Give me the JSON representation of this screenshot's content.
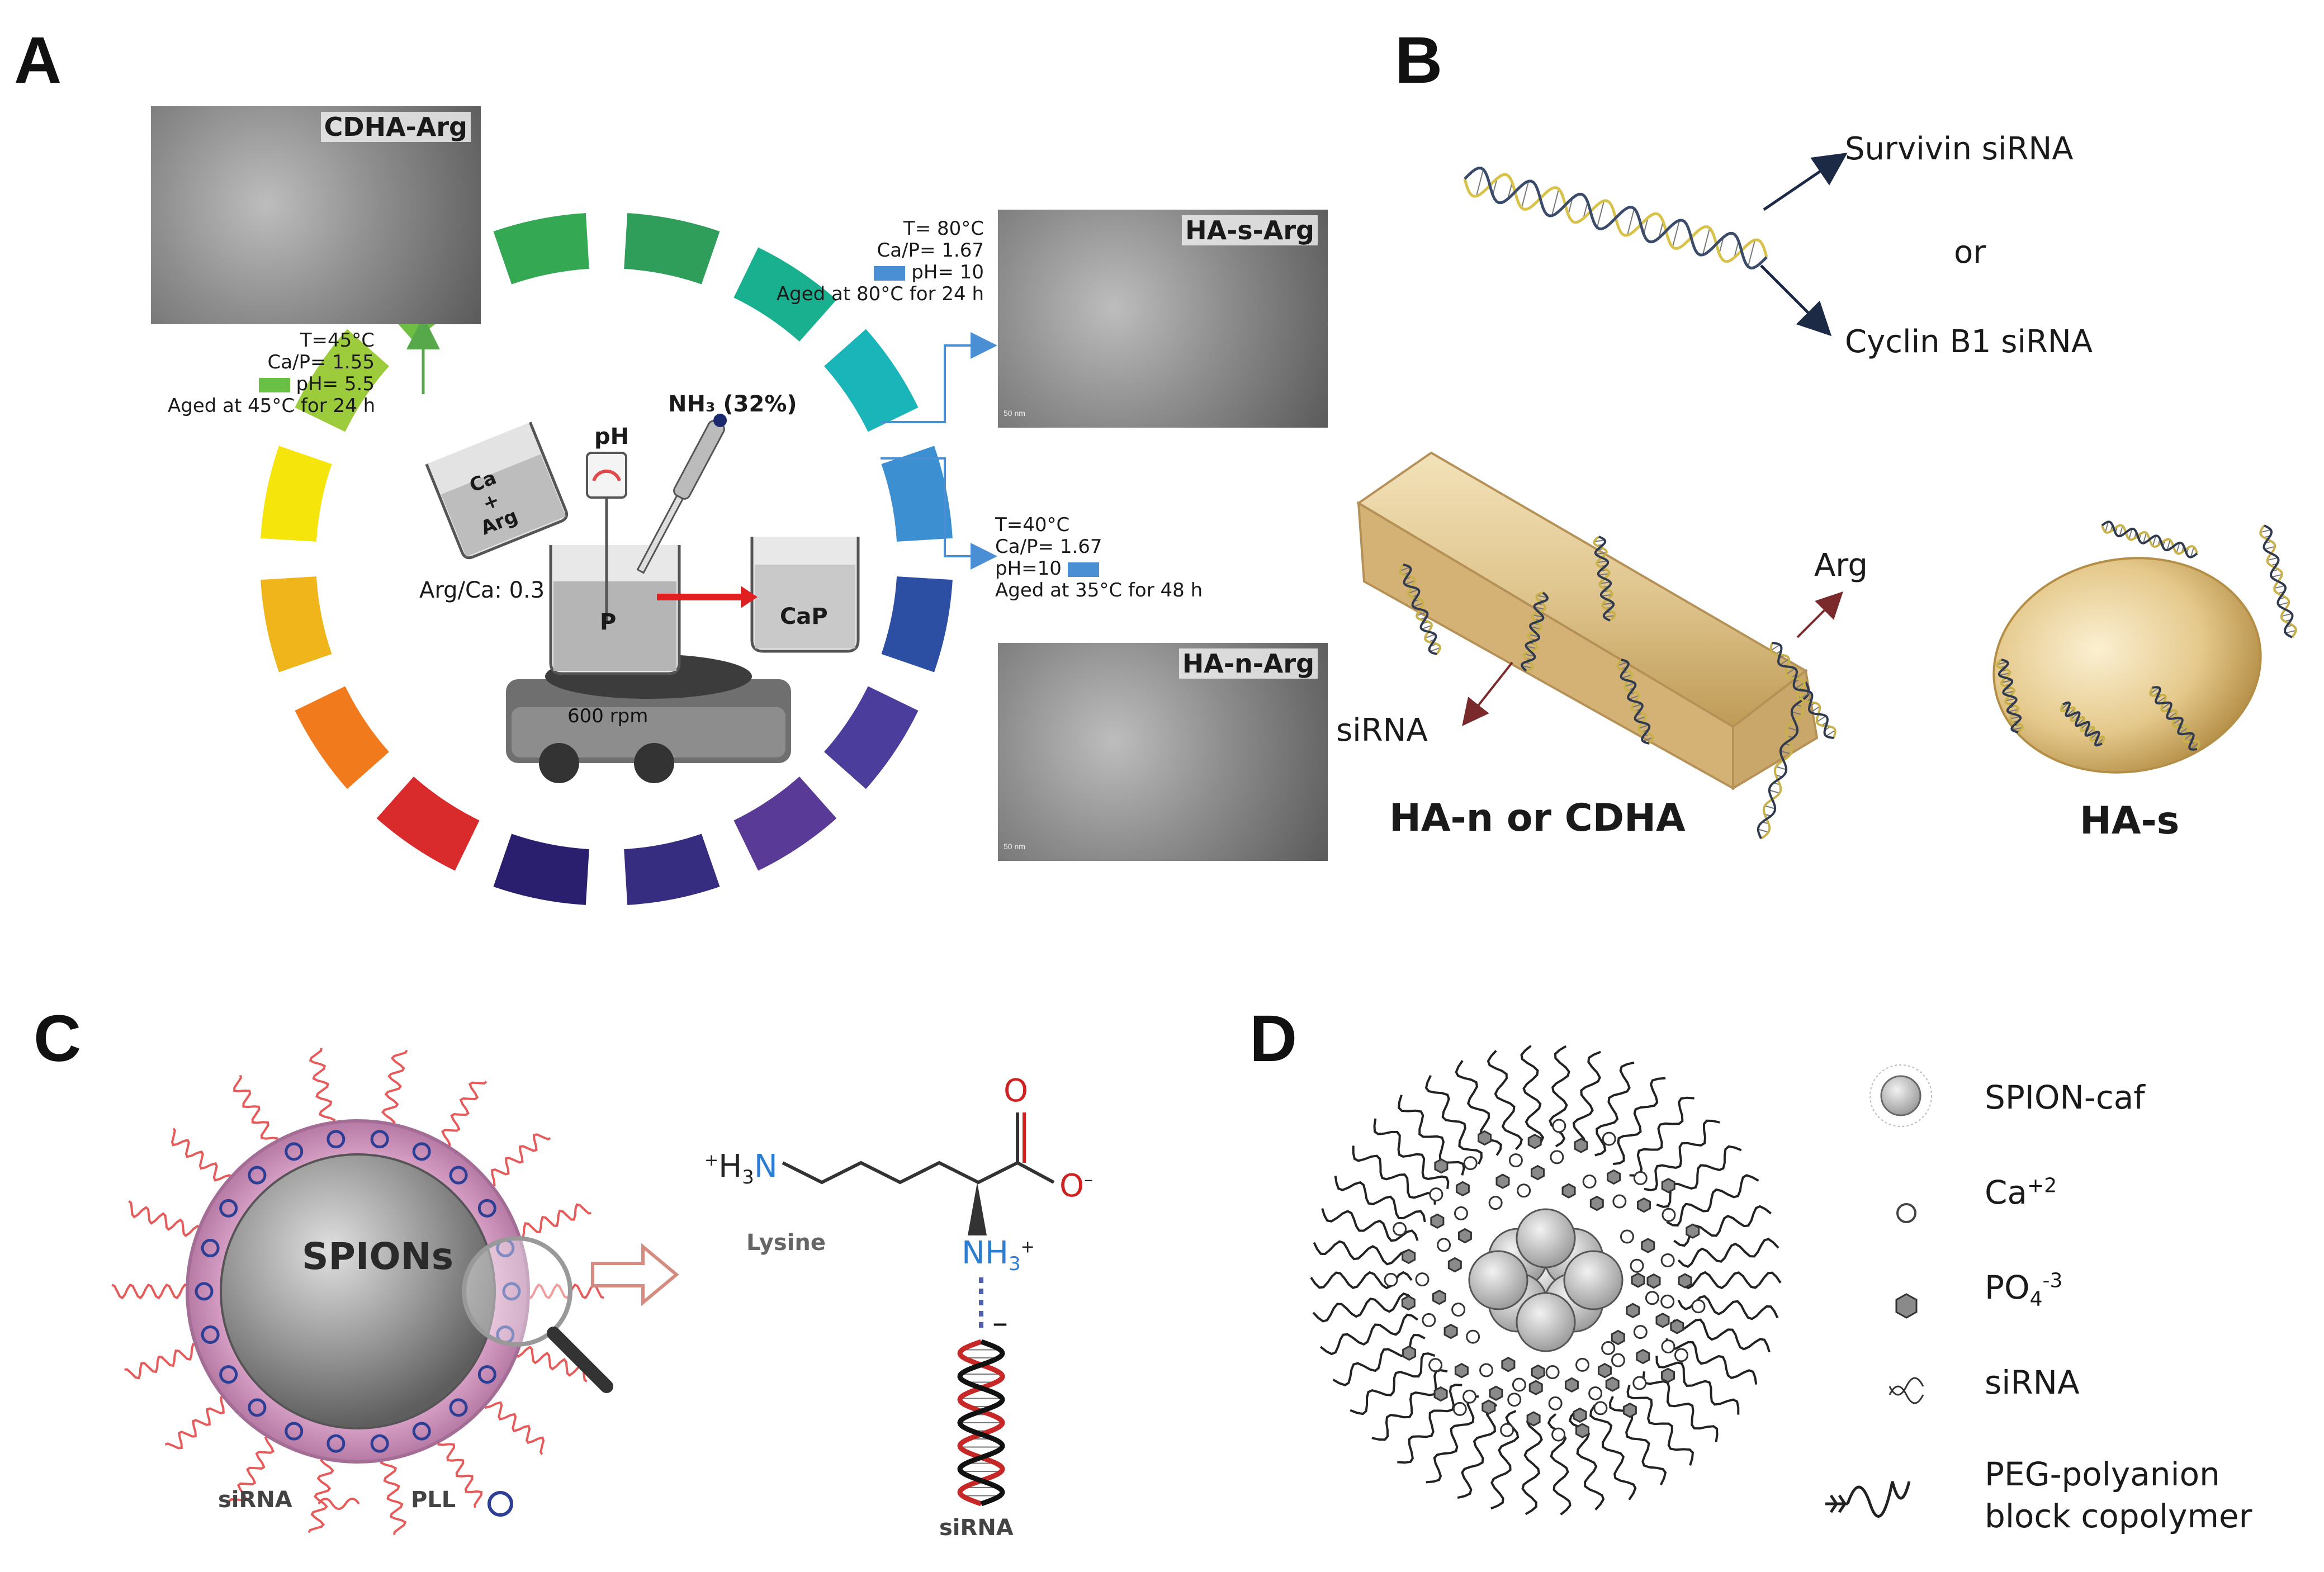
{
  "panels": {
    "a": {
      "letter": "A",
      "tem_cdha": "CDHA-Arg",
      "cdha_conditions": [
        "T=45°C",
        "Ca/P= 1.55",
        "pH= 5.5",
        "Aged at 45°C for 24 h"
      ],
      "ph_label": "pH",
      "nh3_label": "NH₃ (32%)",
      "beaker_ca": "Ca\n+\nArg",
      "argca": "Arg/Ca: 0.3",
      "beaker_p": "P",
      "beaker_cap": "CaP",
      "rpm": "600 rpm",
      "has_conditions": [
        "T= 80°C",
        "Ca/P= 1.67",
        "pH= 10",
        "Aged at 80°C for 24 h"
      ],
      "tem_has": "HA-s-Arg",
      "han_conditions": [
        "T=40°C",
        "Ca/P= 1.67",
        "pH=10",
        "Aged at 35°C for 48 h"
      ],
      "tem_han": "HA-n-Arg",
      "scale_bar": "50 nm",
      "colors": {
        "green_swatch": "#6abf45",
        "blue_swatch": "#4a8fd4",
        "arrow_red": "#e02020"
      }
    },
    "b": {
      "letter": "B",
      "survivin": "Survivin siRNA",
      "or": "or",
      "cyclin": "Cyclin B1 siRNA",
      "arg": "Arg",
      "sirna": "siRNA",
      "han_label": "HA-n or CDHA",
      "has_label": "HA-s"
    },
    "c": {
      "letter": "C",
      "spions": "SPIONs",
      "legend_sirna": "siRNA",
      "legend_pll": "PLL",
      "h3n": "H3N",
      "lysine": "Lysine",
      "o_top": "O",
      "o_minus": "O",
      "nh3": "NH3",
      "minus": "–",
      "sirna_bottom": "siRNA"
    },
    "d": {
      "letter": "D",
      "legend": [
        "SPION-caf",
        "Ca+2",
        "PO4-3",
        "siRNA",
        "PEG-polyanion\nblock copolymer"
      ]
    }
  }
}
